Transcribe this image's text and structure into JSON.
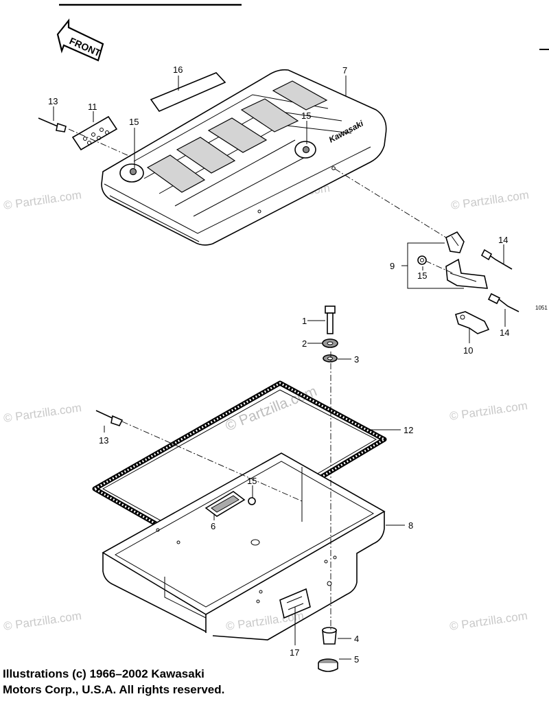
{
  "diagram": {
    "front_label": "FRONT",
    "brand_text": "Kawasaki",
    "drawing_code": "1051",
    "parts": [
      {
        "id": "p1",
        "num": "1"
      },
      {
        "id": "p2",
        "num": "2"
      },
      {
        "id": "p3",
        "num": "3"
      },
      {
        "id": "p4",
        "num": "4"
      },
      {
        "id": "p5",
        "num": "5"
      },
      {
        "id": "p6",
        "num": "6"
      },
      {
        "id": "p7",
        "num": "7"
      },
      {
        "id": "p8",
        "num": "8"
      },
      {
        "id": "p9",
        "num": "9"
      },
      {
        "id": "p10",
        "num": "10"
      },
      {
        "id": "p11",
        "num": "11"
      },
      {
        "id": "p12",
        "num": "12"
      },
      {
        "id": "p13a",
        "num": "13"
      },
      {
        "id": "p13b",
        "num": "13"
      },
      {
        "id": "p14a",
        "num": "14"
      },
      {
        "id": "p14b",
        "num": "14"
      },
      {
        "id": "p15a",
        "num": "15"
      },
      {
        "id": "p15b",
        "num": "15"
      },
      {
        "id": "p15c",
        "num": "15"
      },
      {
        "id": "p15d",
        "num": "15"
      },
      {
        "id": "p16",
        "num": "16"
      },
      {
        "id": "p17",
        "num": "17"
      }
    ]
  },
  "watermarks": {
    "small": "© Partzilla.com",
    "center": "© Partzilla.com"
  },
  "copyright": {
    "line1": "Illustrations (c) 1966–2002 Kawasaki",
    "line2": "Motors Corp., U.S.A.  All rights reserved."
  }
}
